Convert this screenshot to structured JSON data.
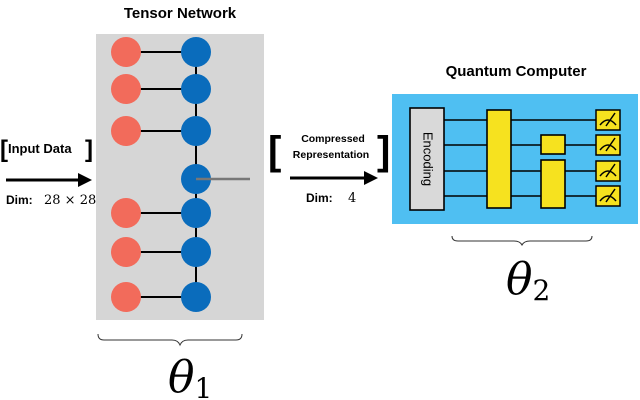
{
  "tensor_network": {
    "title": "Tensor Network",
    "param_label": "θ",
    "param_sub": "1",
    "panel_color": "#d6d6d6",
    "site_color": "#f26b5b",
    "core_color": "#0a6cbc"
  },
  "input": {
    "label": "Input Data",
    "dim_label": "Dim:",
    "dim_value": "28 × 28"
  },
  "compressed": {
    "line1": "Compressed",
    "line2": "Representation",
    "dim_label": "Dim:",
    "dim_value": "4"
  },
  "quantum_computer": {
    "title": "Quantum Computer",
    "encoding_label": "Encoding",
    "param_label": "θ",
    "param_sub": "2",
    "panel_color": "#4fbff2",
    "gate_color": "#f6e21f",
    "encoding_color": "#d9d9d9"
  }
}
